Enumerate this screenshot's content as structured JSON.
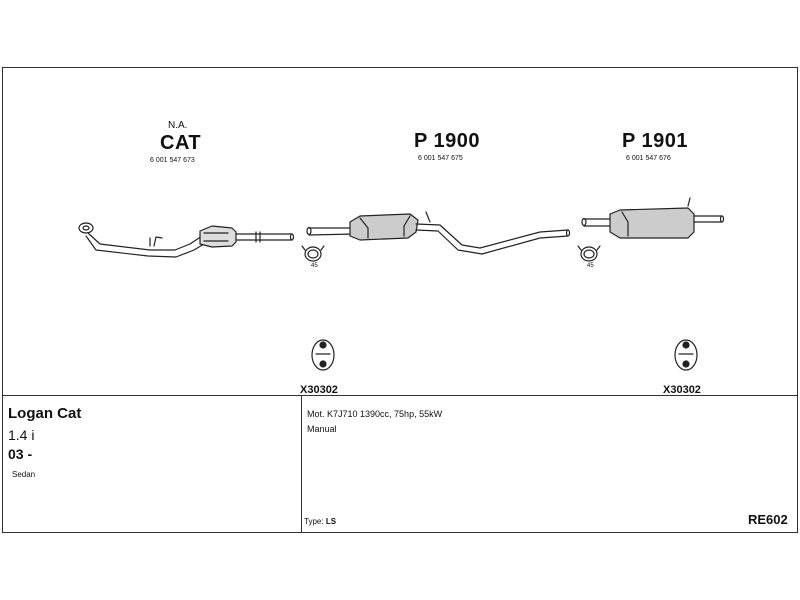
{
  "parts": {
    "cat": {
      "top_label": "N.A.",
      "name": "CAT",
      "number": "6 001 547 673"
    },
    "p1900": {
      "name": "P 1900",
      "number": "6 001 547 675"
    },
    "p1901": {
      "name": "P 1901",
      "number": "6 001 547 676"
    }
  },
  "clamps": {
    "left_ring_label": "45",
    "right_ring_label": "45"
  },
  "mounts": {
    "left_code": "X30302",
    "right_code": "X30302"
  },
  "vehicle": {
    "model": "Logan Cat",
    "engine_size": "1.4 i",
    "year": "03 -",
    "body": "Sedan"
  },
  "specs": {
    "engine": "Mot. K7J710 1390cc, 75hp, 55kW",
    "transmission": "Manual",
    "type_label": "Type:",
    "type_value": "LS",
    "code": "RE602"
  }
}
